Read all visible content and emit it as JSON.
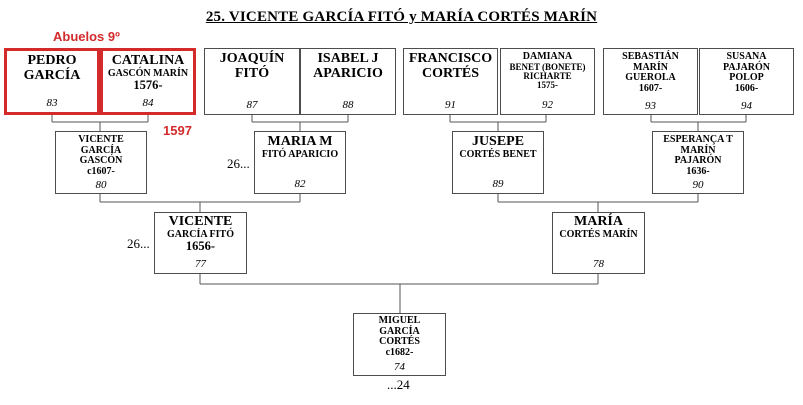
{
  "title": "25. VICENTE GARCÍA FITÓ y MARÍA CORTÉS MARÍN",
  "annotations": {
    "abuelos": "Abuelos 9º",
    "year": "1597"
  },
  "gen1": [
    {
      "lines": [
        "PEDRO",
        "GARCÍA"
      ],
      "num": "83"
    },
    {
      "lines": [
        "CATALINA",
        "GASCÓN MARÍN",
        "1576-"
      ],
      "num": "84"
    },
    {
      "lines": [
        "JOAQUÍN",
        "FITÓ"
      ],
      "num": "87"
    },
    {
      "lines": [
        "ISABEL J",
        "APARICIO"
      ],
      "num": "88"
    },
    {
      "lines": [
        "FRANCISCO",
        "CORTÉS"
      ],
      "num": "91"
    },
    {
      "lines": [
        "DAMIANA",
        "BENET (BONETE)",
        "RICHARTE",
        "1575-"
      ],
      "num": "92"
    },
    {
      "lines": [
        "SEBASTIÁN",
        "MARÍN",
        "GUEROLA",
        "1607-"
      ],
      "num": "93"
    },
    {
      "lines": [
        "SUSANA",
        "PAJARÓN",
        "POLOP",
        "1606-"
      ],
      "num": "94"
    }
  ],
  "gen2": [
    {
      "lines": [
        "VICENTE",
        "GARCÍA",
        "GASCÓN",
        "c1607-"
      ],
      "num": "80"
    },
    {
      "lines": [
        "MARIA M",
        "FITÓ APARICIO"
      ],
      "num": "82",
      "side": "26..."
    },
    {
      "lines": [
        "JUSEPE",
        "CORTÉS BENET"
      ],
      "num": "89"
    },
    {
      "lines": [
        "ESPERANÇA T",
        "MARÍN",
        "PAJARÓN",
        "1636-"
      ],
      "num": "90"
    }
  ],
  "gen3": [
    {
      "lines": [
        "VICENTE",
        "GARCÍA FITÓ",
        "1656-"
      ],
      "num": "77",
      "side": "26..."
    },
    {
      "lines": [
        "MARÍA",
        "CORTÉS MARÍN"
      ],
      "num": "78"
    }
  ],
  "gen4": {
    "lines": [
      "MIGUEL",
      "GARCÍA",
      "CORTÉS",
      "c1682-"
    ],
    "num": "74",
    "below": "...24"
  }
}
